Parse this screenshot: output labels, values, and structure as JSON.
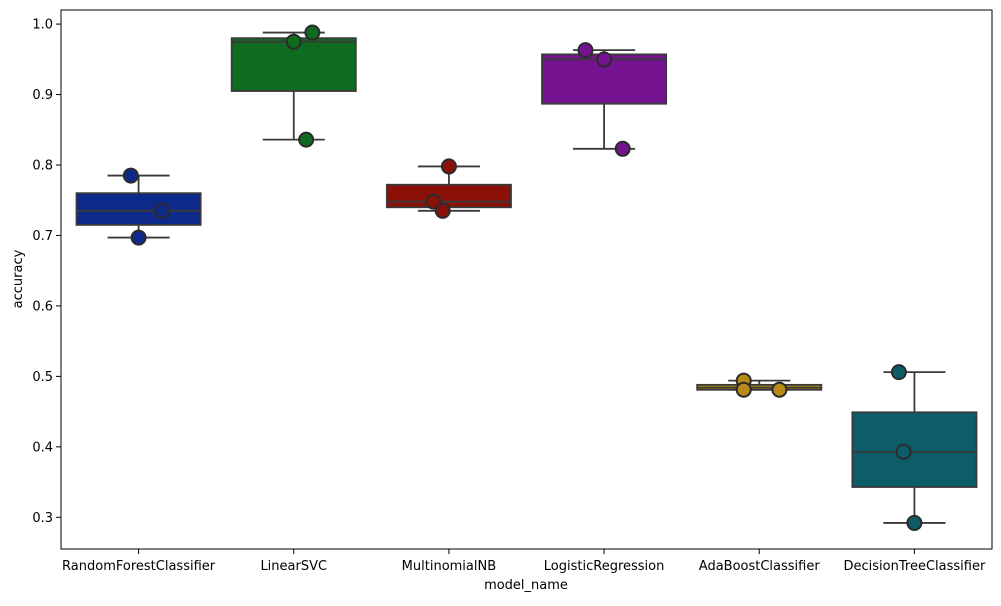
{
  "chart_data": {
    "type": "box",
    "xlabel": "model_name",
    "ylabel": "accuracy",
    "ylim": [
      0.255,
      1.02
    ],
    "yticks": [
      "0.3",
      "0.4",
      "0.5",
      "0.6",
      "0.7",
      "0.8",
      "0.9",
      "1.0"
    ],
    "grid": false,
    "categories": [
      "RandomForestClassifier",
      "LinearSVC",
      "MultinomialNB",
      "LogisticRegression",
      "AdaBoostClassifier",
      "DecisionTreeClassifier"
    ],
    "boxes": [
      {
        "min": 0.697,
        "q1": 0.715,
        "median": 0.735,
        "q3": 0.76,
        "max": 0.785,
        "color": "#0d2a8a",
        "points": [
          0.785,
          0.735,
          0.697
        ]
      },
      {
        "min": 0.836,
        "q1": 0.905,
        "median": 0.975,
        "q3": 0.98,
        "max": 0.988,
        "color": "#0f6b1f",
        "points": [
          0.988,
          0.975,
          0.836
        ]
      },
      {
        "min": 0.735,
        "q1": 0.74,
        "median": 0.748,
        "q3": 0.772,
        "max": 0.798,
        "color": "#8b1108",
        "points": [
          0.798,
          0.748,
          0.735
        ]
      },
      {
        "min": 0.823,
        "q1": 0.887,
        "median": 0.95,
        "q3": 0.957,
        "max": 0.963,
        "color": "#74128f",
        "points": [
          0.963,
          0.95,
          0.823
        ]
      },
      {
        "min": 0.481,
        "q1": 0.481,
        "median": 0.484,
        "q3": 0.488,
        "max": 0.494,
        "color": "#b88a18",
        "points": [
          0.494,
          0.481,
          0.481
        ]
      },
      {
        "min": 0.292,
        "q1": 0.343,
        "median": 0.393,
        "q3": 0.449,
        "max": 0.506,
        "color": "#0d5c6a",
        "points": [
          0.506,
          0.393,
          0.292
        ]
      }
    ],
    "point_offsets": [
      [
        -0.05,
        0.15,
        0.0
      ],
      [
        0.12,
        0.0,
        0.08
      ],
      [
        0.0,
        -0.1,
        -0.04
      ],
      [
        -0.12,
        0.0,
        0.12
      ],
      [
        -0.1,
        -0.1,
        0.13
      ],
      [
        -0.1,
        -0.07,
        0.0
      ]
    ]
  }
}
